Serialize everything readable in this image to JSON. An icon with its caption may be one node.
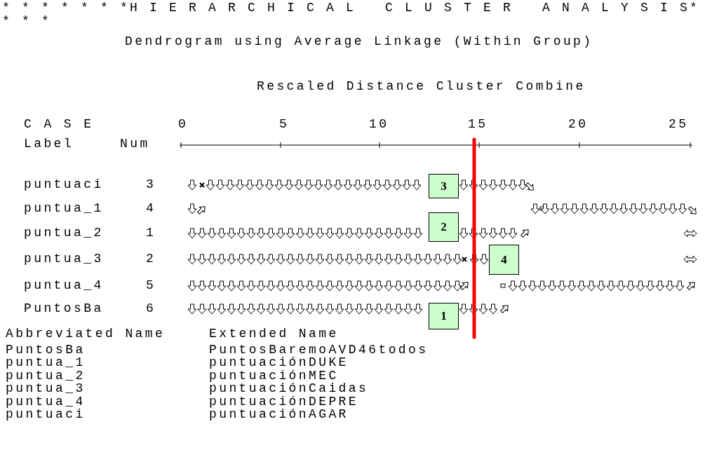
{
  "diagram": {
    "title": "* * * * * * *H I E R A R C H I C A L   C L U S T E R   A N A L Y S I S* * * *",
    "nodes": [
      {
        "text": [
          "3"
        ]
      },
      {
        "text": [
          "2"
        ]
      },
      {
        "text": [
          "4"
        ]
      },
      {
        "text": [
          "1"
        ]
      }
    ],
    "labels": [
      "Dendrogram using Average Linkage (Within Group)",
      "Rescaled Distance Cluster Combine",
      "C A S E",
      "0",
      "5",
      "10",
      "15",
      "20",
      "25",
      "Label",
      "Num",
      "puntuaci",
      "3",
      "puntua_1",
      "4",
      "puntua_2",
      "1",
      "puntua_3",
      "2",
      "puntua_4",
      "5",
      "PuntosBa",
      "6",
      "Abbreviated Name",
      "Extended Name",
      "PuntosBa",
      "PuntosBaremoAVD46todos",
      "puntua_1",
      "puntuaciónDUKE",
      "puntua_2",
      "puntuaciónMEC",
      "puntua_3",
      "puntuaciónCaidas",
      "puntua_4",
      "puntuaciónDEPRE",
      "puntuaci",
      "puntuaciónAGAR"
    ]
  }
}
